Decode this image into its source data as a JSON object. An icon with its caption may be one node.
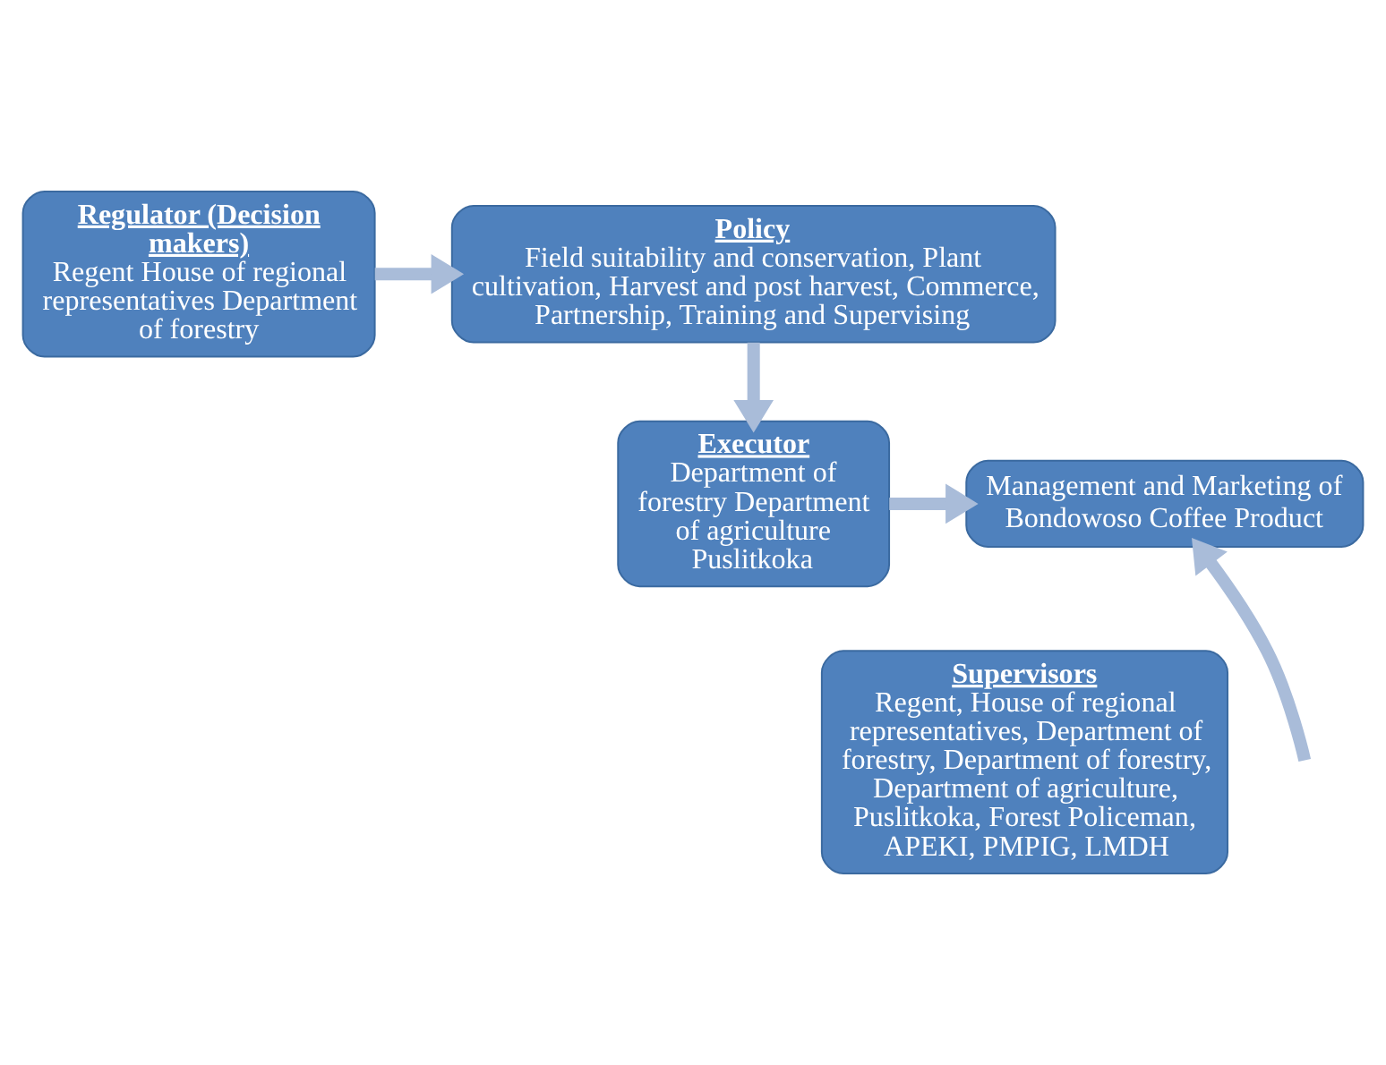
{
  "diagram": {
    "nodes": [
      {
        "text": [
          "Regulator (Decision makers)",
          "Regent House of regional representatives Department of forestry"
        ]
      },
      {
        "text": [
          "Policy",
          "Field suitability and conservation, Plant cultivation, Harvest and post harvest, Commerce, Partnership, Training and Supervising"
        ]
      },
      {
        "text": [
          "Executor",
          "Department of forestry Department of agriculture Puslitkoka"
        ]
      },
      {
        "text": [
          "Management and Marketing of Bondowoso Coffee Product"
        ]
      },
      {
        "text": [
          "Supervisors",
          "Regent, House of regional representatives, Department of forestry, Department of forestry, Department of agriculture, Puslitkoka, Forest Policeman, APEKI, PMPIG, LMDH"
        ]
      }
    ],
    "edges": [
      {
        "from": 0,
        "to": 1,
        "arrow": "to"
      },
      {
        "from": 1,
        "to": 2,
        "arrow": "to"
      },
      {
        "from": 2,
        "to": 3,
        "arrow": "to"
      },
      {
        "from": null,
        "to": 3,
        "arrow": "to"
      }
    ]
  }
}
